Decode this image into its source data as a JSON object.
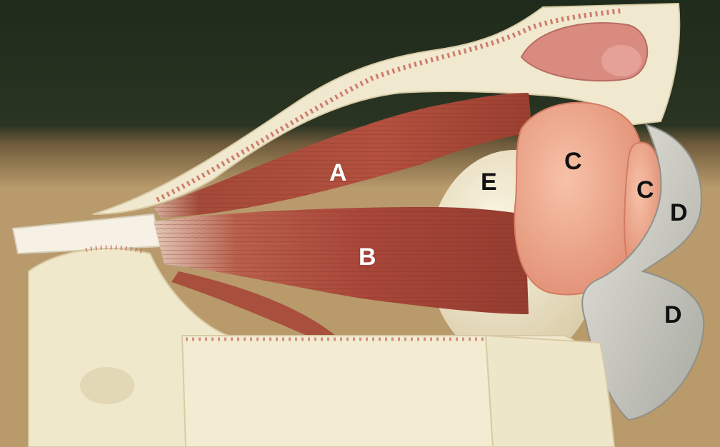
{
  "labels": {
    "a": "A",
    "b": "B",
    "c_upper": "C",
    "c_lower": "C",
    "d_upper": "D",
    "d_lower": "D",
    "e": "E"
  },
  "colors": {
    "muscle": "#a9473a",
    "muscle_highlight": "#c8624f",
    "gland": "#f0a98e",
    "bone": "#efe6c9",
    "marrow": "#c86a5c",
    "eyeball": "#f2e9cf",
    "orbit_lining": "#cfcfc8",
    "backdrop": "#24301f",
    "light_label": "#ffffff",
    "dark_label": "#111111"
  }
}
